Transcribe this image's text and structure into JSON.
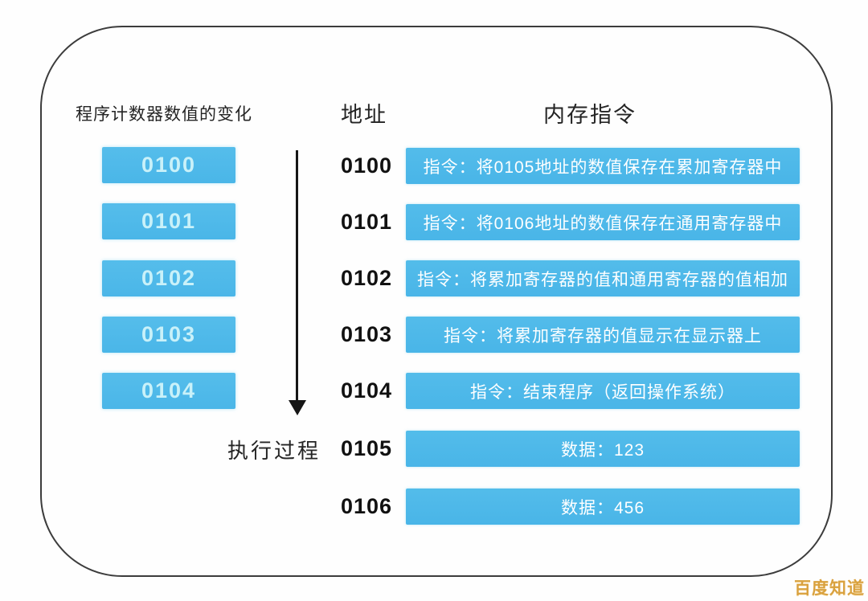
{
  "diagram": {
    "left_column": {
      "header": "程序计数器数值的变化",
      "pc_values": [
        "0100",
        "0101",
        "0102",
        "0103",
        "0104"
      ],
      "arrow_label": "执行过程"
    },
    "address_column_header": "地址",
    "memory_column_header": "内存指令",
    "rows": [
      {
        "address": "0100",
        "content": "指令：将0105地址的数值保存在累加寄存器中"
      },
      {
        "address": "0101",
        "content": "指令：将0106地址的数值保存在通用寄存器中"
      },
      {
        "address": "0102",
        "content": "指令：将累加寄存器的值和通用寄存器的值相加"
      },
      {
        "address": "0103",
        "content": "指令：将累加寄存器的值显示在显示器上"
      },
      {
        "address": "0104",
        "content": "指令：结束程序（返回操作系统）"
      },
      {
        "address": "0105",
        "content": "数据：123"
      },
      {
        "address": "0106",
        "content": "数据：456"
      }
    ],
    "colors": {
      "box_blue": "#4ab6e8",
      "pc_value_text": "#c9f1f9",
      "instruction_text": "#ffffff",
      "frame_border": "#3c3c3c",
      "heading_text": "#242424",
      "watermark_orange": "#d9a13e"
    }
  },
  "watermark": "百度知道"
}
